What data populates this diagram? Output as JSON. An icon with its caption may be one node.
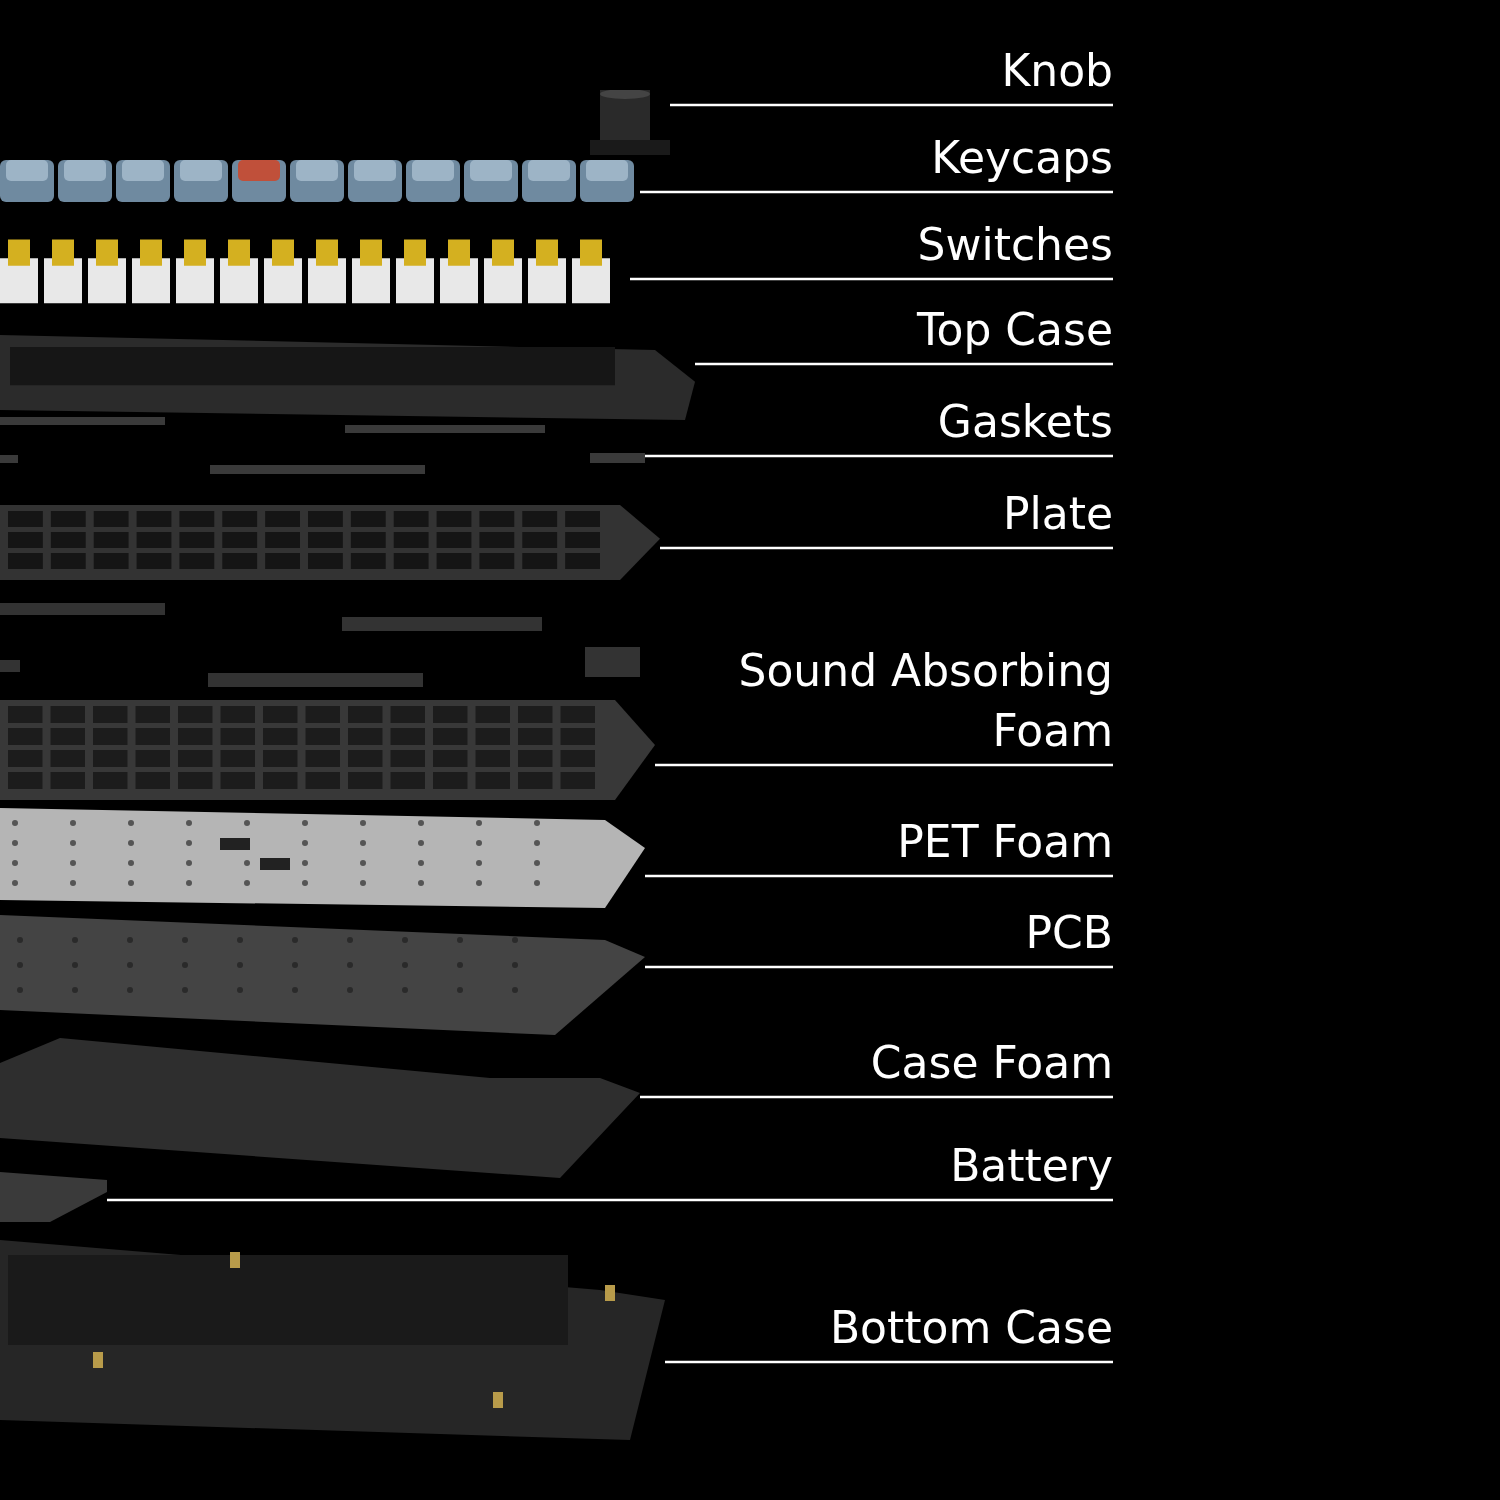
{
  "diagram": {
    "nodes": [
      {
        "text": [
          "Knob"
        ]
      },
      {
        "text": [
          "Keycaps"
        ]
      },
      {
        "text": [
          "Switches"
        ]
      },
      {
        "text": [
          "Top Case"
        ]
      },
      {
        "text": [
          "Gaskets"
        ]
      },
      {
        "text": [
          "Plate"
        ]
      },
      {
        "text": [
          "Sound Absorbing Foam"
        ]
      },
      {
        "text": [
          "PET Foam"
        ]
      },
      {
        "text": [
          "PCB"
        ]
      },
      {
        "text": [
          "Case Foam"
        ]
      },
      {
        "text": [
          "Battery"
        ]
      },
      {
        "text": [
          "Bottom Case"
        ]
      },
      {
        "text": [],
        "shape": "picture"
      },
      {
        "text": [],
        "shape": "picture"
      },
      {
        "text": [],
        "shape": "picture"
      },
      {
        "text": [],
        "shape": "picture"
      },
      {
        "text": [],
        "shape": "picture"
      },
      {
        "text": [],
        "shape": "picture"
      },
      {
        "text": [],
        "shape": "picture"
      },
      {
        "text": [],
        "shape": "picture"
      },
      {
        "text": [],
        "shape": "picture"
      },
      {
        "text": [],
        "shape": "picture"
      },
      {
        "text": [],
        "shape": "picture"
      },
      {
        "text": [],
        "shape": "picture"
      }
    ],
    "edges": [
      {
        "from": 0,
        "to": 12,
        "arrow": "none"
      },
      {
        "from": 1,
        "to": 13,
        "arrow": "none"
      },
      {
        "from": 2,
        "to": 14,
        "arrow": "none"
      },
      {
        "from": 3,
        "to": 15,
        "arrow": "none"
      },
      {
        "from": 4,
        "to": 16,
        "arrow": "none"
      },
      {
        "from": 5,
        "to": 17,
        "arrow": "none"
      },
      {
        "from": 6,
        "to": 18,
        "arrow": "none"
      },
      {
        "from": 7,
        "to": 19,
        "arrow": "none"
      },
      {
        "from": 8,
        "to": 20,
        "arrow": "none"
      },
      {
        "from": 9,
        "to": 21,
        "arrow": "none"
      },
      {
        "from": 10,
        "to": 22,
        "arrow": "none"
      },
      {
        "from": 11,
        "to": 23,
        "arrow": "none"
      }
    ]
  }
}
